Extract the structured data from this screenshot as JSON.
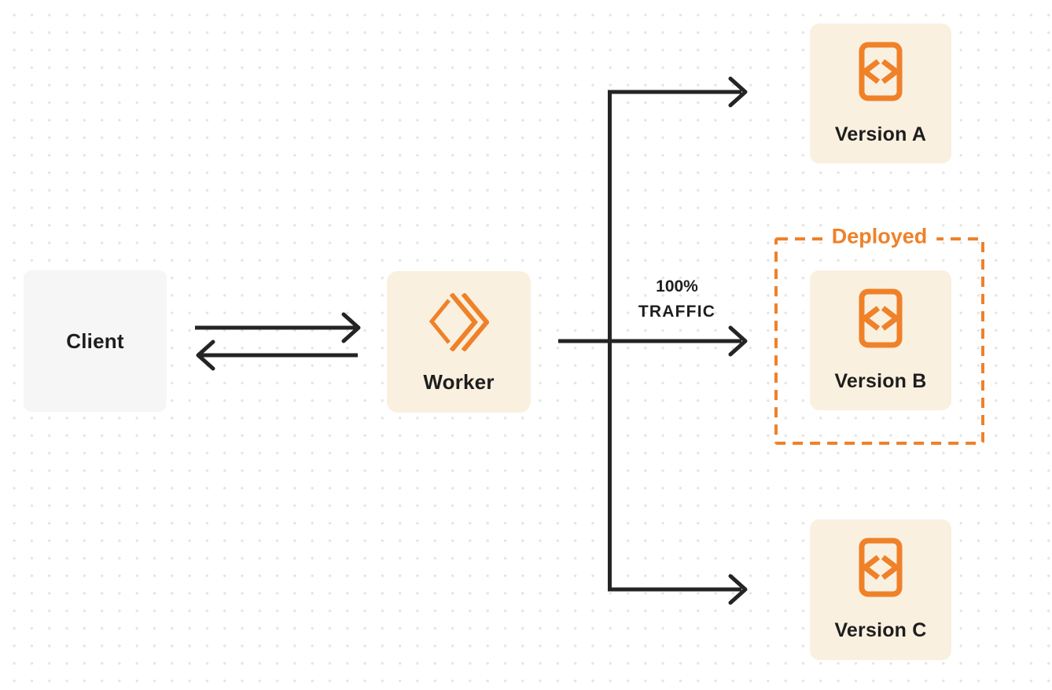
{
  "title": "Worker versions traffic routing diagram",
  "nodes": {
    "client": {
      "label": "Client"
    },
    "worker": {
      "label": "Worker",
      "icon": "cloudflare-workers-logo"
    },
    "version_a": {
      "label": "Version A",
      "icon": "code-file-icon"
    },
    "version_b": {
      "label": "Version B",
      "icon": "code-file-icon",
      "status": "Deployed"
    },
    "version_c": {
      "label": "Version C",
      "icon": "code-file-icon"
    }
  },
  "annotations": {
    "deployed_label": "Deployed",
    "traffic_percent": "100%",
    "traffic_word": "TRAFFIC"
  },
  "edges": [
    {
      "from": "client",
      "to": "worker",
      "type": "arrow"
    },
    {
      "from": "worker",
      "to": "client",
      "type": "arrow"
    },
    {
      "from": "worker",
      "to": "version_a",
      "type": "arrow"
    },
    {
      "from": "worker",
      "to": "version_b",
      "type": "arrow",
      "label": "100% TRAFFIC"
    },
    {
      "from": "worker",
      "to": "version_c",
      "type": "arrow"
    }
  ],
  "colors": {
    "accent_orange": "#EF8129",
    "node_cream": "#FAF0E0",
    "client_gray": "#F6F6F7",
    "arrow_dark": "#242424",
    "text_dark": "#1E1E1E",
    "dot_grid": "#E4E4E4",
    "background": "#FFFFFF"
  }
}
